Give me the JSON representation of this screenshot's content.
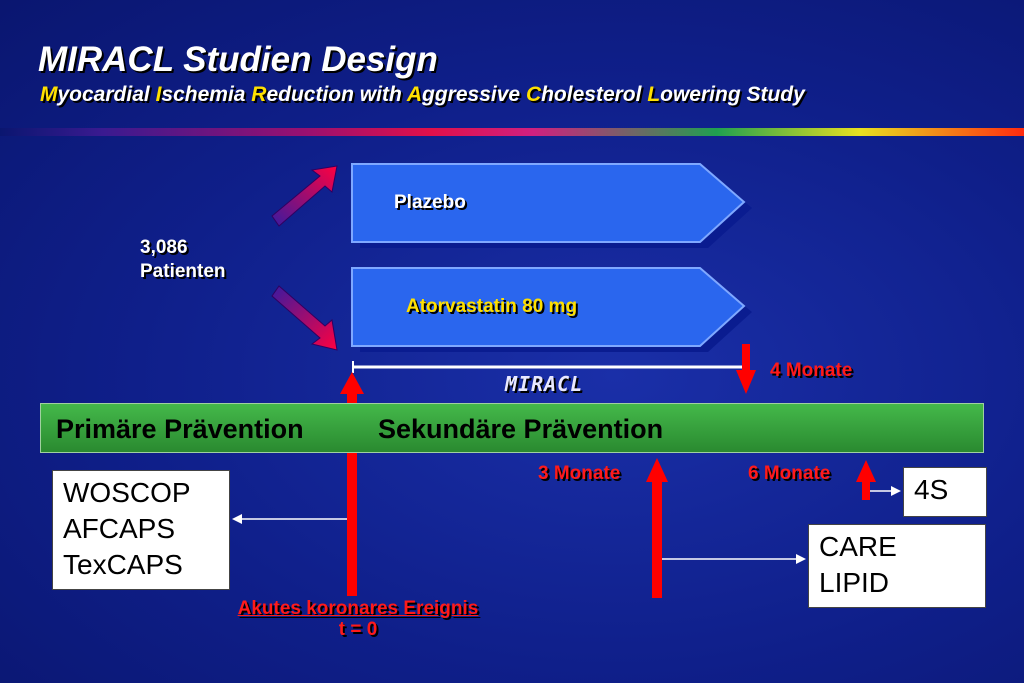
{
  "header": {
    "title": "MIRACL Studien Design",
    "subtitle_parts": [
      {
        "cap": "M",
        "rest": "yocardial "
      },
      {
        "cap": "I",
        "rest": "schemia "
      },
      {
        "cap": "R",
        "rest": "eduction with "
      },
      {
        "cap": "A",
        "rest": "ggressive "
      },
      {
        "cap": "C",
        "rest": "holesterol "
      },
      {
        "cap": "L",
        "rest": "owering Study"
      }
    ]
  },
  "patients": {
    "count": "3,086",
    "label": "Patienten"
  },
  "arms": {
    "placebo": "Plazebo",
    "treatment": "Atorvastatin 80 mg"
  },
  "study_label": "MIRACL",
  "phases": {
    "primary": "Primäre Prävention",
    "secondary": "Sekundäre Prävention"
  },
  "timepoints": {
    "four_months": "4 Monate",
    "three_months": "3 Monate",
    "six_months": "6 Monate"
  },
  "studies": {
    "primary": [
      "WOSCOP",
      "AFCAPS",
      "TexCAPS"
    ],
    "late": [
      "4S"
    ],
    "mid": [
      "CARE",
      "LIPID"
    ]
  },
  "event": {
    "line1": "Akutes koronares Ereignis",
    "line2": "t = 0"
  },
  "colors": {
    "background": "#0f1f8a",
    "arrow_red": "#ff0000",
    "arm_blue": "#2a66ee",
    "green_bar": "#3aa040",
    "accent_yellow": "#ffe000"
  }
}
